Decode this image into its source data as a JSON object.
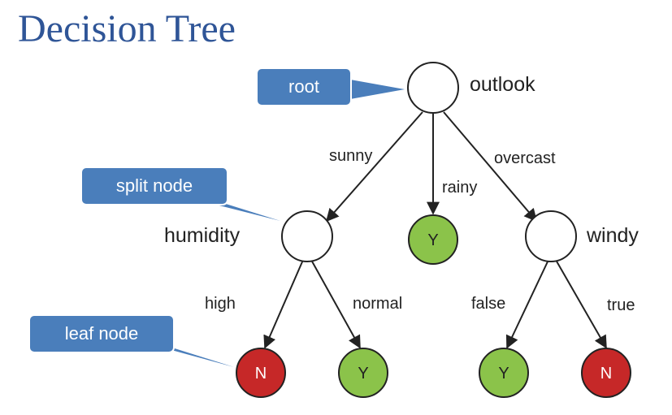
{
  "title": "Decision Tree",
  "colors": {
    "title": "#2f5597",
    "callout_fill": "#4a7ebb",
    "callout_border": "#ffffff",
    "leaf_yes": "#8bc34a",
    "leaf_no": "#c62828",
    "node_stroke": "#222222",
    "edge": "#222222"
  },
  "callouts": {
    "root": "root",
    "split": "split node",
    "leaf": "leaf node"
  },
  "nodes": {
    "outlook": {
      "label": "outlook"
    },
    "humidity": {
      "label": "humidity"
    },
    "windy": {
      "label": "windy"
    },
    "rainy_leaf": {
      "label": "Y"
    },
    "high_leaf": {
      "label": "N"
    },
    "normal_leaf": {
      "label": "Y"
    },
    "false_leaf": {
      "label": "Y"
    },
    "true_leaf": {
      "label": "N"
    }
  },
  "edges": {
    "sunny": "sunny",
    "rainy": "rainy",
    "overcast": "overcast",
    "high": "high",
    "normal": "normal",
    "false": "false",
    "true": "true"
  }
}
